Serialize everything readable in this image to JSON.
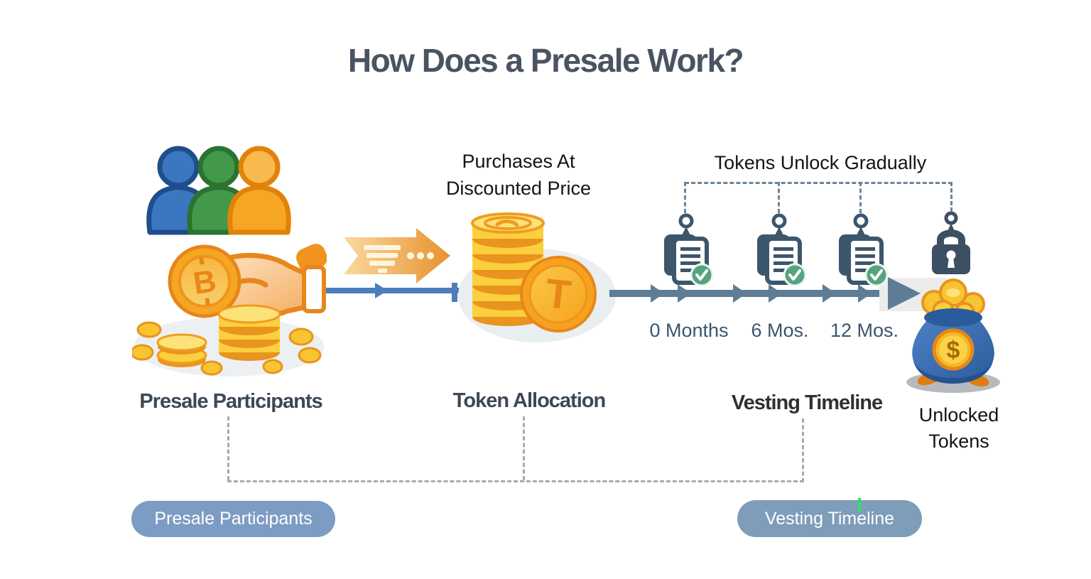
{
  "title": "How Does a Presale Work?",
  "colors": {
    "title_text": "#4a5461",
    "label_text": "#3d4855",
    "timeline_blue": "#4c7dbd",
    "timeline_gray": "#5e7c96",
    "accent_orange": "#f0931f",
    "coin_gold": "#f9c846",
    "slate_icon": "#3c566c",
    "badge_green": "#55a47f",
    "pill_blue": "#7d9cc3",
    "caret_green": "#2ee06a"
  },
  "stages": {
    "participants": {
      "label": "Presale Participants",
      "icons": [
        "people-group-icon",
        "bitcoin-handshake-icon",
        "coins-pile-icon"
      ]
    },
    "allocation": {
      "caption": [
        "Purchases At",
        "Discounted Price"
      ],
      "label": "Token Allocation",
      "icon": "token-stack-icon",
      "token_letter": "T",
      "bitcoin_letter": "B"
    },
    "vesting": {
      "caption": "Tokens Unlock Gradually",
      "label": "Vesting Timeline",
      "milestones": [
        {
          "icon": "vesting-document-icon",
          "tick": "0 Months"
        },
        {
          "icon": "vesting-document-icon",
          "tick": "6 Mos."
        },
        {
          "icon": "vesting-document-icon",
          "tick": "12 Mos."
        },
        {
          "icon": "lock-icon",
          "tick": ""
        }
      ]
    },
    "unlocked": {
      "label": [
        "Unlocked",
        "Tokens"
      ],
      "icon": "money-bag-icon",
      "bag_symbol": "$"
    }
  },
  "buttons": {
    "participants": "Presale Participants",
    "vesting": "Vesting Timeline"
  }
}
